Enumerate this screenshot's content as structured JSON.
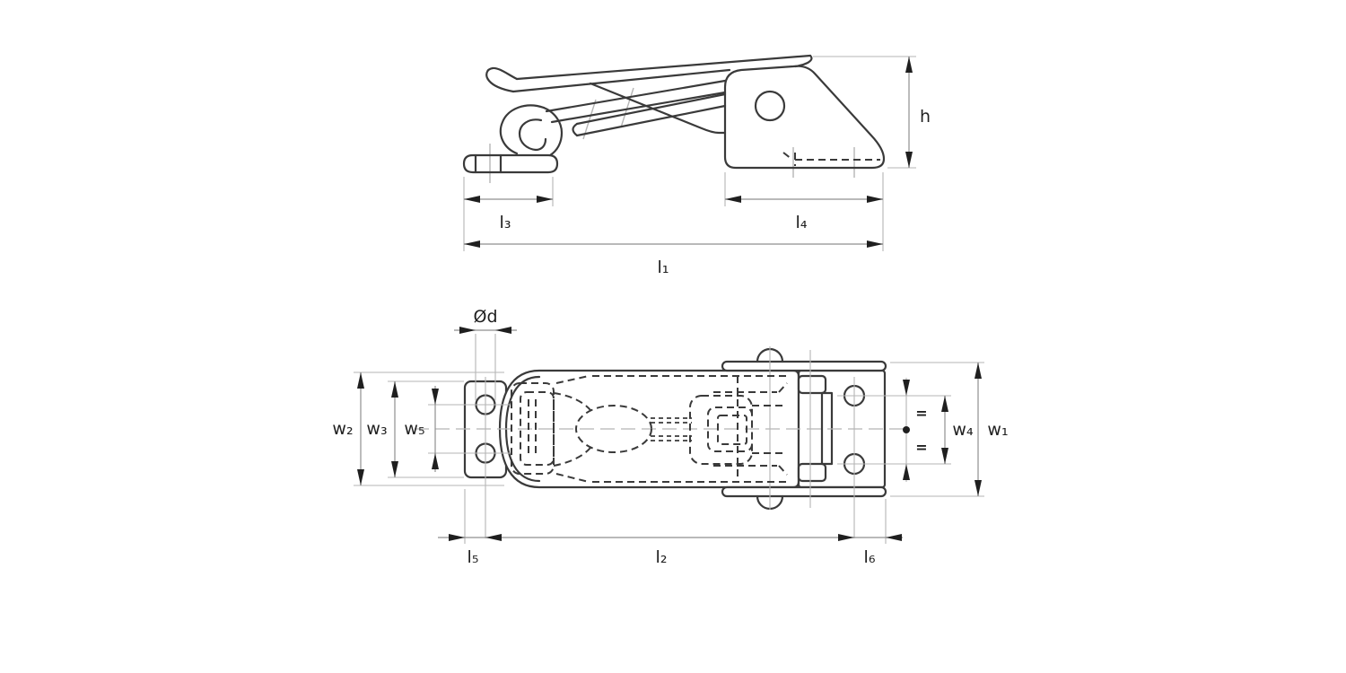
{
  "labels": {
    "h": "h",
    "l1": "l₁",
    "l2": "l₂",
    "l3": "l₃",
    "l4": "l₄",
    "l5": "l₅",
    "l6": "l₆",
    "w1": "w₁",
    "w2": "w₂",
    "w3": "w₃",
    "w4": "w₄",
    "w5": "w₅",
    "diameter": "Ød",
    "equal": "="
  },
  "colors": {
    "outline": "#3a3a3a",
    "dimension_line": "#8f8f8f",
    "extension_line": "#b5b5b5",
    "ink": "#1f1f1f",
    "background": "#ffffff"
  }
}
